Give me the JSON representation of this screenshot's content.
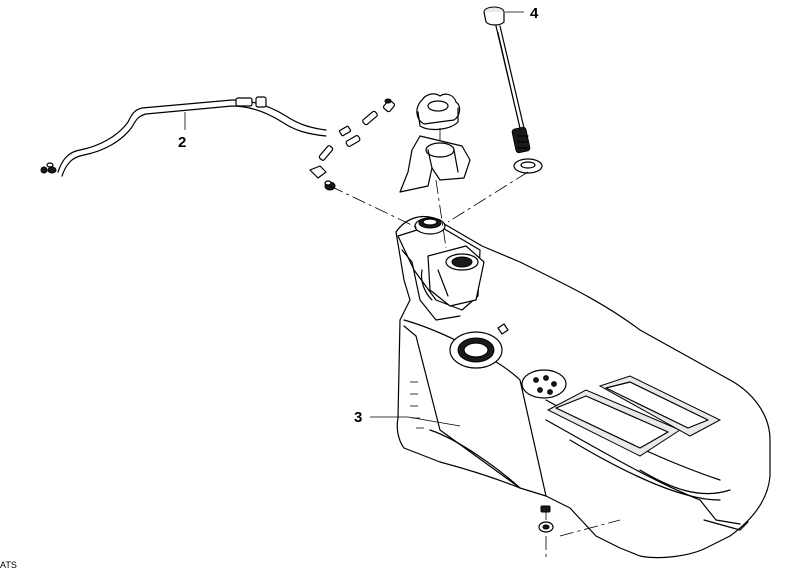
{
  "callouts": {
    "c2": "2",
    "c3": "3",
    "c4": "4"
  },
  "corner_code": "ATS"
}
